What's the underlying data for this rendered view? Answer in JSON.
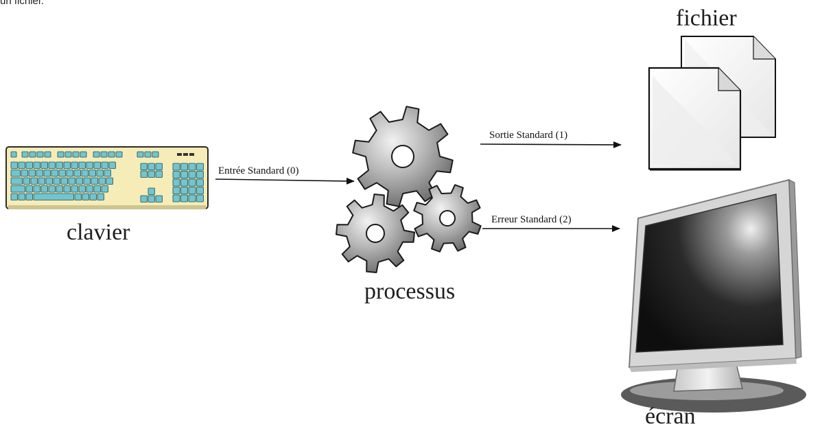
{
  "diagram": {
    "caption_fragment": "un fichier.",
    "nodes": {
      "clavier": "clavier",
      "processus": "processus",
      "fichier": "fichier",
      "ecran": "écran"
    },
    "edges": {
      "entree": "Entrée Standard (0)",
      "sortie": "Sortie Standard (1)",
      "erreur": "Erreur Standard (2)"
    }
  },
  "colors": {
    "keyboard_body": "#f6ecb8",
    "key": "#72c5cf",
    "gear": "#9a9a9a",
    "screen": "#1c1c1c",
    "bezel": "#d4d4d4"
  }
}
